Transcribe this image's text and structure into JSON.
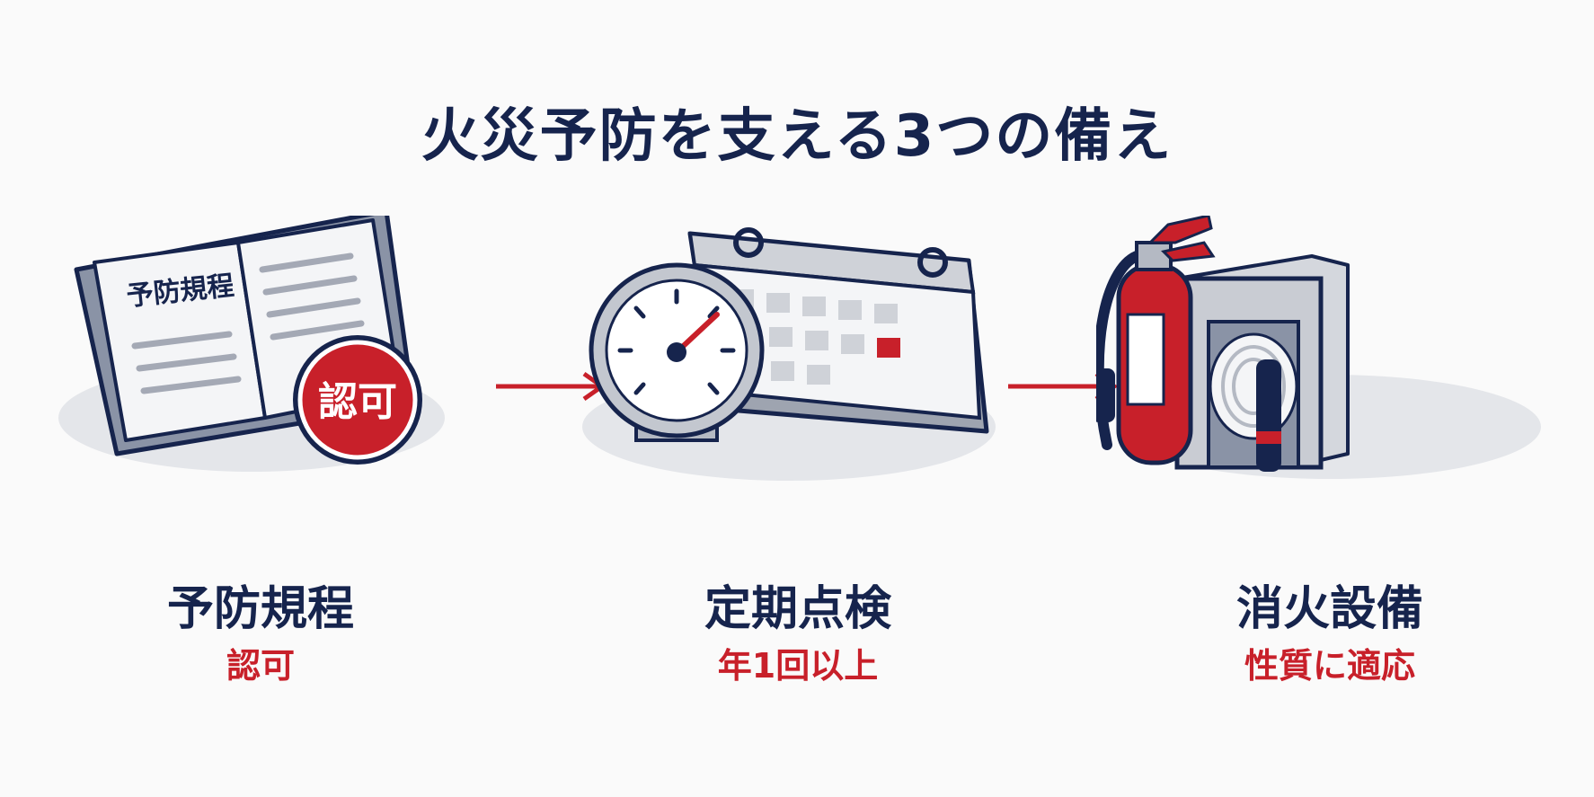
{
  "title": "火災予防を支える3つの備え",
  "items": [
    {
      "label": "予防規程",
      "sub": "認可",
      "icon": "regulation-book-icon",
      "book_title": "予防規程",
      "stamp": "認可"
    },
    {
      "label": "定期点検",
      "sub": "年1回以上",
      "icon": "gauge-calendar-icon"
    },
    {
      "label": "消火設備",
      "sub": "性質に適応",
      "icon": "fire-extinguisher-hose-icon"
    }
  ],
  "colors": {
    "navy": "#16244d",
    "red": "#c8202a",
    "gray": "#cfd2d8"
  }
}
